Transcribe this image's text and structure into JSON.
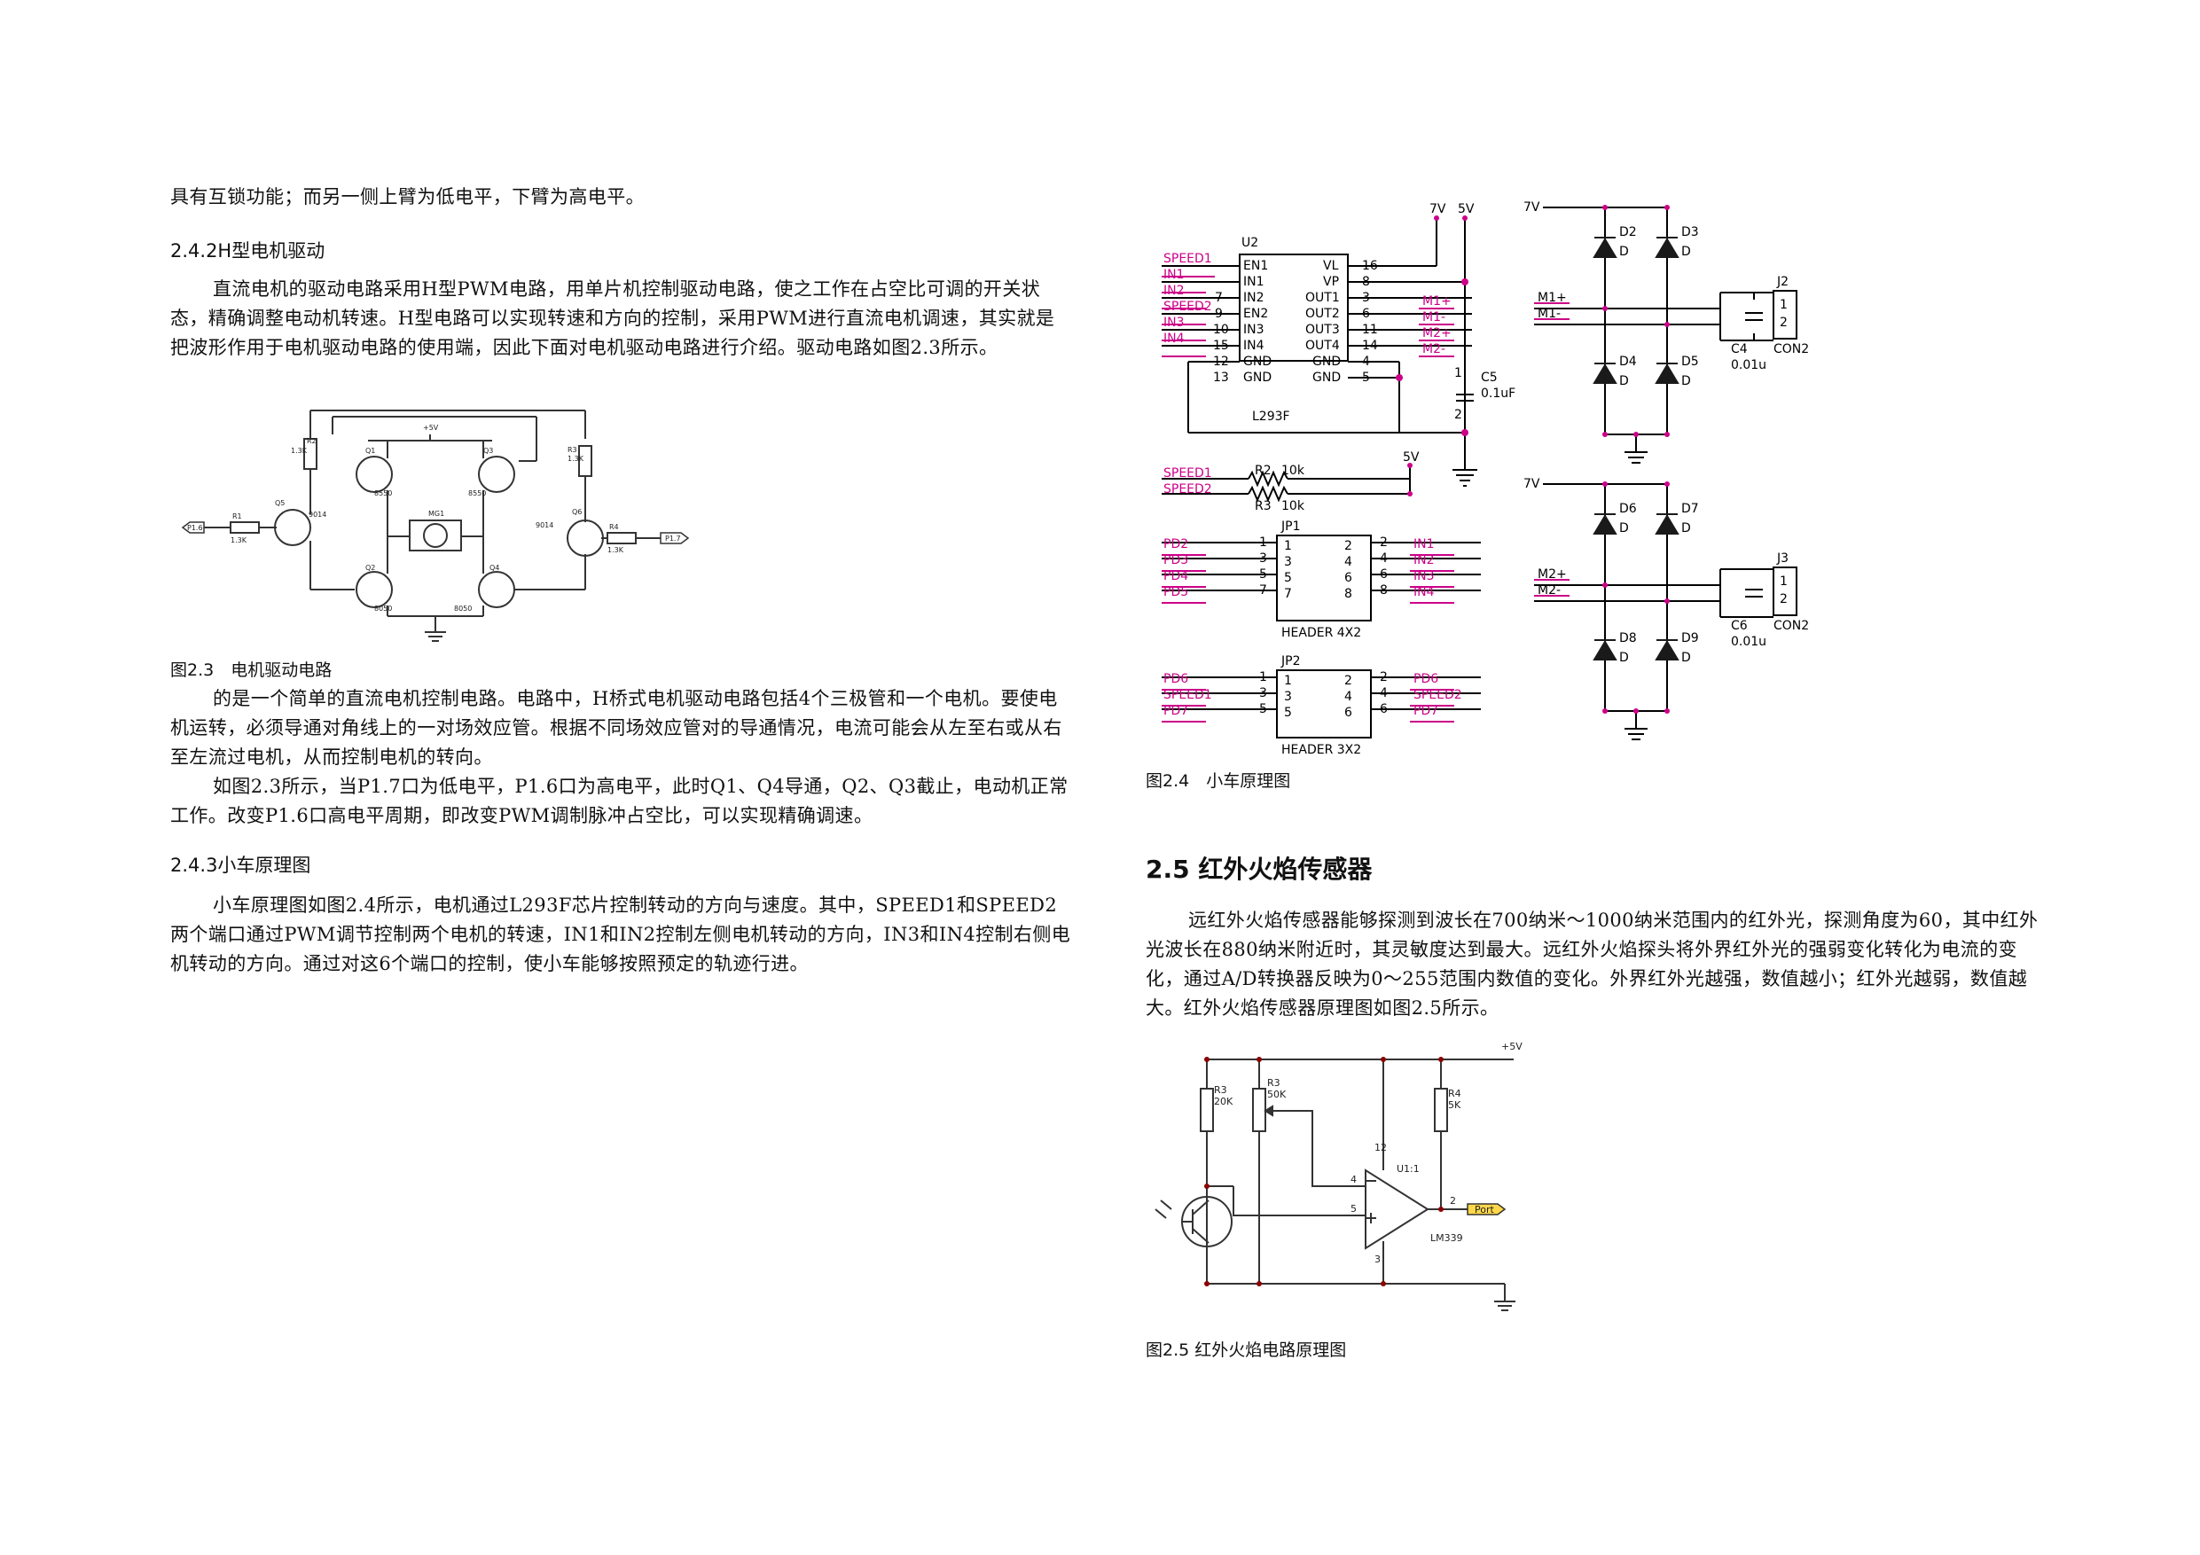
{
  "left": {
    "line0": "具有互锁功能；而另一侧上臂为低电平，下臂为高电平。",
    "h_242": "2.4.2H型电机驱动",
    "p1": "直流电机的驱动电路采用H型PWM电路，用单片机控制驱动电路，使之工作在占空比可调的开关状态，精确调整电动机转速。H型电路可以实现转速和方向的控制，采用PWM进行直流电机调速，其实就是把波形作用于电机驱动电路的使用端，因此下面对电机驱动电路进行介绍。驱动电路如图2.3所示。",
    "fig23_caption": "图2.3　电机驱动电路",
    "p2": "的是一个简单的直流电机控制电路。电路中，H桥式电机驱动电路包括4个三极管和一个电机。要使电机运转，必须导通对角线上的一对场效应管。根据不同场效应管对的导通情况，电流可能会从左至右或从右至左流过电机，从而控制电机的转向。",
    "p3": "如图2.3所示，当P1.7口为低电平，P1.6口为高电平，此时Q1、Q4导通，Q2、Q3截止，电动机正常工作。改变P1.6口高电平周期，即改变PWM调制脉冲占空比，可以实现精确调速。",
    "h_243": "2.4.3小车原理图",
    "p4": "小车原理图如图2.4所示，电机通过L293F芯片控制转动的方向与速度。其中，SPEED1和SPEED2两个端口通过PWM调节控制两个电机的转速，IN1和IN2控制左侧电机转动的方向，IN3和IN4控制右侧电机转动的方向。通过对这6个端口的控制，使小车能够按照预定的轨迹行进。"
  },
  "right": {
    "fig24_caption": "图2.4　小车原理图",
    "h_25": "2.5  红外火焰传感器",
    "p5": "远红外火焰传感器能够探测到波长在700纳米～1000纳米范围内的红外光，探测角度为60，其中红外光波长在880纳米附近时，其灵敏度达到最大。远红外火焰探头将外界红外光的强弱变化转化为电流的变化，通过A/D转换器反映为0～255范围内数值的变化。外界红外光越强，数值越小；红外光越弱，数值越大。红外火焰传感器原理图如图2.5所示。",
    "fig25_caption": "图2.5  红外火焰电路原理图"
  },
  "fig23": {
    "vcc": "+5V",
    "mg1": "MG1",
    "q1": "Q1",
    "q2": "Q2",
    "q3": "Q3",
    "q4": "Q4",
    "q5": "Q5",
    "q6": "Q6",
    "r1": "R1",
    "r2": "R2",
    "r3": "R3",
    "r4": "R4",
    "r1v": "1.3K",
    "r2v": "1.3K",
    "r3v": "1.3K",
    "r4v": "1.3K",
    "t8550a": "8550",
    "t8550b": "8550",
    "t8050a": "8050",
    "t8050b": "8050",
    "t9014a": "9014",
    "t9014b": "9014",
    "p16": "P1.6",
    "p17": "P1.7"
  },
  "fig24": {
    "u2": "U2",
    "chip": "L293F",
    "v7a": "7V",
    "v5a": "5V",
    "v7b": "7V",
    "v7c": "7V",
    "v5b": "5V",
    "pins_left": [
      "EN1",
      "IN1",
      "IN2",
      "EN2",
      "IN3",
      "IN4",
      "GND",
      "GND"
    ],
    "pins_right": [
      "VL",
      "VP",
      "OUT1",
      "OUT2",
      "OUT3",
      "OUT4",
      "GND",
      "GND"
    ],
    "num_left": [
      "",
      "",
      "7",
      "9",
      "10",
      "15",
      "12",
      "13"
    ],
    "num_right": [
      "16",
      "8",
      "3",
      "6",
      "11",
      "14",
      "4",
      "5"
    ],
    "nets_left": [
      "SPEED1",
      "IN1",
      "IN2",
      "SPEED2",
      "IN3",
      "IN4"
    ],
    "nets_right": [
      "M1+",
      "M1-",
      "M2+",
      "M2-"
    ],
    "c5": "C5",
    "c5v": "0.1uF",
    "c5p1": "1",
    "c5p2": "2",
    "r2": "R2",
    "r2v": "10k",
    "r3": "R3",
    "r3v": "10k",
    "speed1": "SPEED1",
    "speed2": "SPEED2",
    "jp1": "JP1",
    "jp1_name": "HEADER 4X2",
    "jp1_left": [
      "PD2",
      "PD3",
      "PD4",
      "PD5"
    ],
    "jp1_right": [
      "IN1",
      "IN2",
      "IN3",
      "IN4"
    ],
    "jp1_nl": [
      "1",
      "3",
      "5",
      "7"
    ],
    "jp1_nr": [
      "2",
      "4",
      "6",
      "8"
    ],
    "jp2": "JP2",
    "jp2_name": "HEADER 3X2",
    "jp2_left": [
      "PD6",
      "SPEED1",
      "PD7"
    ],
    "jp2_right": [
      "PD6",
      "SPEED2",
      "PD7"
    ],
    "jp2_nl": [
      "1",
      "3",
      "5"
    ],
    "jp2_nr": [
      "2",
      "4",
      "6"
    ],
    "d2": "D2",
    "d3": "D3",
    "d4": "D4",
    "d5": "D5",
    "d6": "D6",
    "d7": "D7",
    "d8": "D8",
    "d9": "D9",
    "d": "D",
    "m1p": "M1+",
    "m1m": "M1-",
    "m2p": "M2+",
    "m2m": "M2-",
    "j2": "J2",
    "j3": "J3",
    "con2": "CON2",
    "c4": "C4",
    "c6": "C6",
    "cv": "0.01u",
    "one": "1",
    "two": "2"
  },
  "fig25": {
    "vcc": "+5V",
    "r3": "R3",
    "r3v": "20K",
    "r3b": "R3",
    "r3bv": "50K",
    "r4": "R4",
    "r4v": "5K",
    "u1": "U1:1",
    "chip": "LM339",
    "port": "Port",
    "p12": "12",
    "p3": "3",
    "p4": "4",
    "p5": "5",
    "p2": "2"
  }
}
